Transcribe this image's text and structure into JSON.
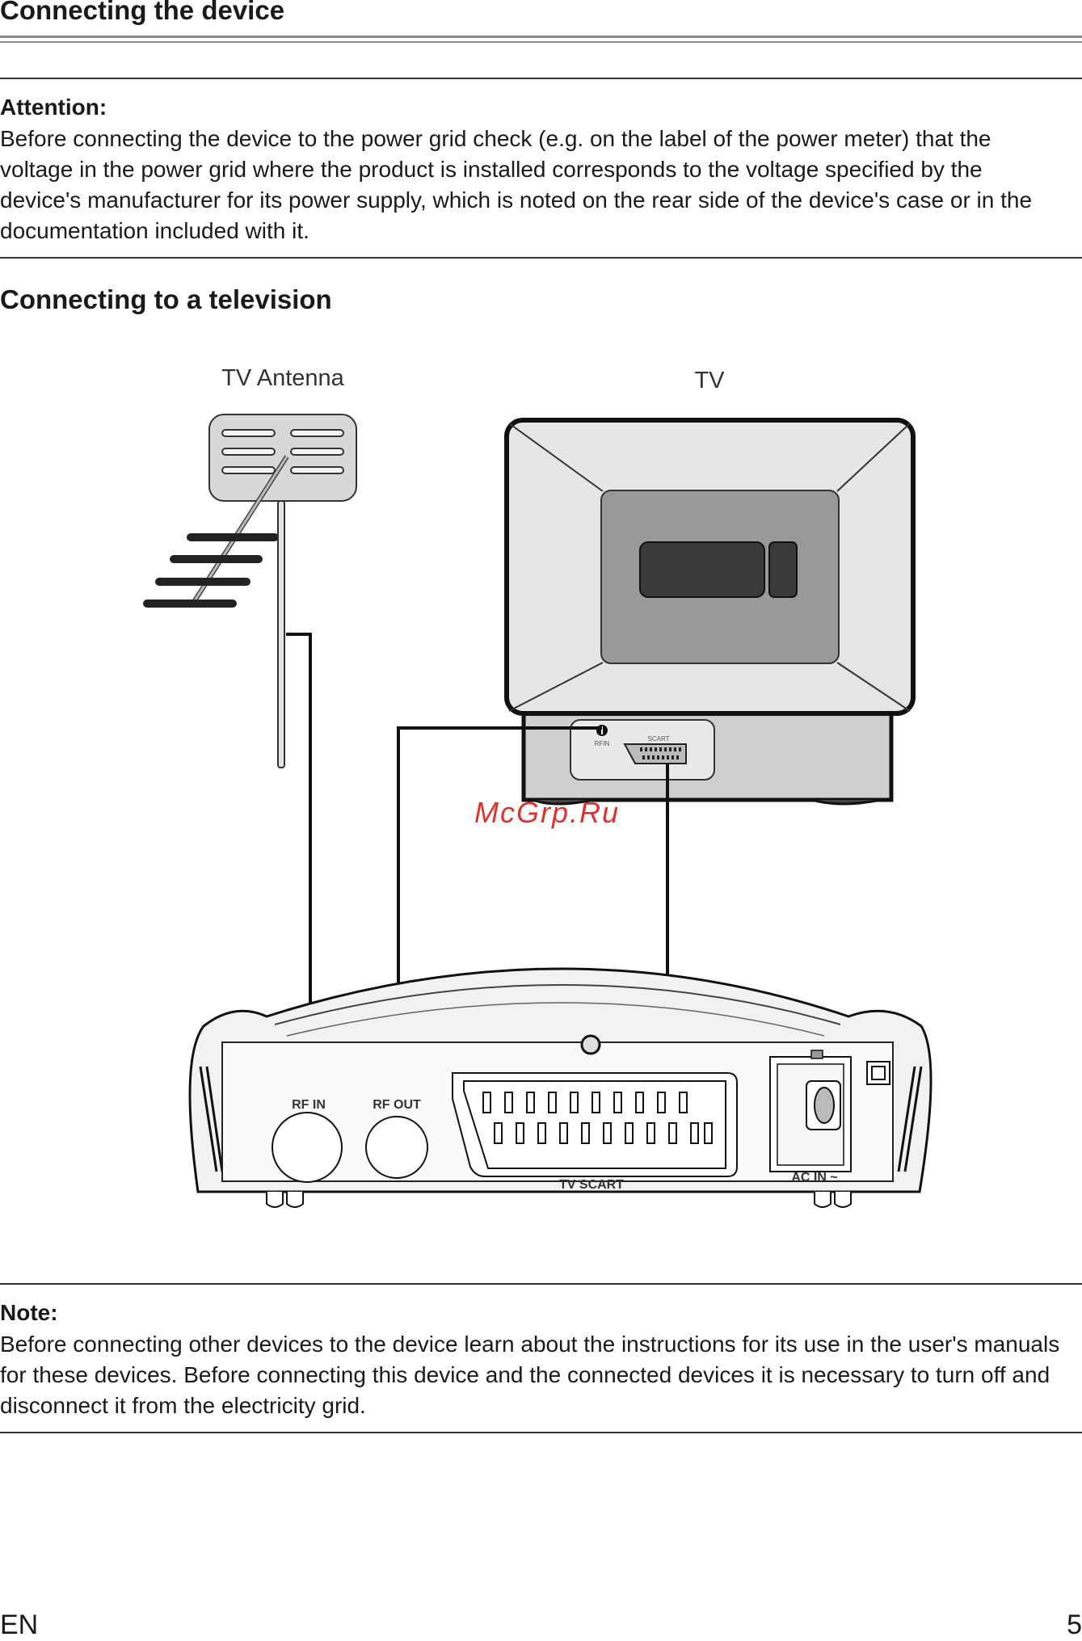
{
  "header": {
    "title": "Connecting the device"
  },
  "attention": {
    "heading": "Attention:",
    "text": "Before connecting the device to the power grid check (e.g. on the label of the power meter) that the voltage in the power grid where the product is installed corresponds to the voltage specified by the device's manufacturer for its power supply, which is noted on the rear side of the device's case or in the documentation included with it."
  },
  "section": {
    "title": "Connecting to a television"
  },
  "diagram": {
    "antenna_label": "TV Antenna",
    "tv_label": "TV",
    "tv_rfin_label": "RFIN",
    "tv_scart_label": "SCART",
    "watermark": "McGrp.Ru",
    "rf_in_label": "RF IN",
    "rf_out_label": "RF OUT",
    "tv_scart_port_label": "TV  SCART",
    "ac_in_label": "AC IN ~"
  },
  "note": {
    "heading": "Note:",
    "text": "Before connecting other devices to the device learn about the instructions for its use in the user's manuals for these devices. Before connecting this device and the connected devices it is necessary to turn off and disconnect it from the electricity grid."
  },
  "footer": {
    "language": "EN",
    "page_number": "5"
  },
  "colors": {
    "text": "#1a1a1a",
    "rule": "#333333",
    "watermark": "#e0322c"
  }
}
